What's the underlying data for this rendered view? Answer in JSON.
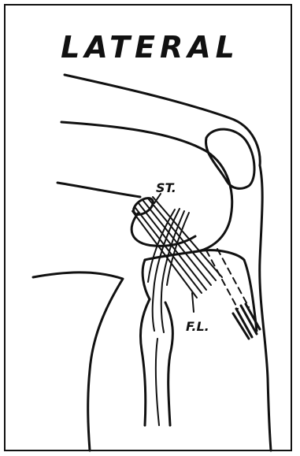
{
  "figure": {
    "title": "LATERAL",
    "labels": {
      "st": "ST.",
      "fl": "F.L."
    }
  }
}
